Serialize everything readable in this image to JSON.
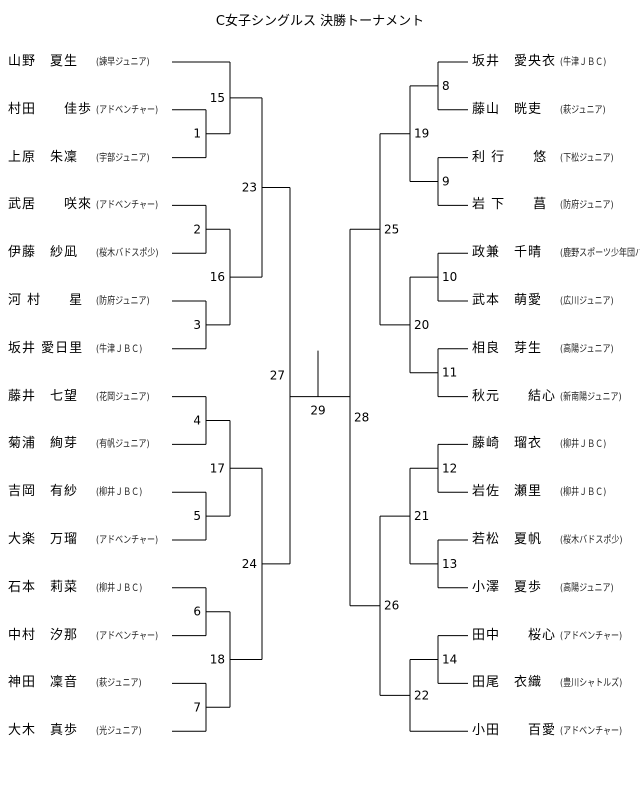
{
  "title": "C女子シングルス 決勝トーナメント",
  "left_entries": [
    {
      "name": "山野　夏生",
      "club": "(諫早ジュニア)"
    },
    {
      "name": "村田　　佳歩",
      "club": "(アドベンチャー)"
    },
    {
      "name": "上原　朱凜",
      "club": "(宇部ジュニア)"
    },
    {
      "name": "武居　　咲來",
      "club": "(アドベンチャー)"
    },
    {
      "name": "伊藤　紗凪",
      "club": "(桜木バドスポ少)"
    },
    {
      "name": "河 村　　星",
      "club": "(防府ジュニア)"
    },
    {
      "name": "坂井 愛日里",
      "club": "(牛津ＪＢＣ)"
    },
    {
      "name": "藤井　七望",
      "club": "(花岡ジュニア)"
    },
    {
      "name": "菊浦　絢芽",
      "club": "(有帆ジュニア)"
    },
    {
      "name": "吉岡　有紗",
      "club": "(柳井ＪＢＣ)"
    },
    {
      "name": "大楽　万瑠",
      "club": "(アドベンチャー)"
    },
    {
      "name": "石本　莉菜",
      "club": "(柳井ＪＢＣ)"
    },
    {
      "name": "中村　汐那",
      "club": "(アドベンチャー)"
    },
    {
      "name": "神田　凜音",
      "club": "(萩ジュニア)"
    },
    {
      "name": "大木　真歩",
      "club": "(光ジュニア)"
    }
  ],
  "right_entries": [
    {
      "name": "坂井　愛央衣",
      "club": "(牛津ＪＢＣ)"
    },
    {
      "name": "藤山　晄吏",
      "club": "(萩ジュニア)"
    },
    {
      "name": "利 行　　悠",
      "club": "(下松ジュニア)"
    },
    {
      "name": "岩 下　　菖",
      "club": "(防府ジュニア)"
    },
    {
      "name": "政兼　千晴",
      "club": "(鹿野スポーツ少年団バド)"
    },
    {
      "name": "武本　萌愛",
      "club": "(広川ジュニア)"
    },
    {
      "name": "相良　芽生",
      "club": "(高陽ジュニア)"
    },
    {
      "name": "秋元　　結心",
      "club": "(新南陽ジュニア)"
    },
    {
      "name": "藤崎　瑠衣",
      "club": "(柳井ＪＢＣ)"
    },
    {
      "name": "岩佐　瀬里",
      "club": "(柳井ＪＢＣ)"
    },
    {
      "name": "若松　夏帆",
      "club": "(桜木バドスポ少)"
    },
    {
      "name": "小澤　夏歩",
      "club": "(高陽ジュニア)"
    },
    {
      "name": "田中　　桜心",
      "club": "(アドベンチャー)"
    },
    {
      "name": "田尾　衣織",
      "club": "(豊川シャトルズ)"
    },
    {
      "name": "小田　　百愛",
      "club": "(アドベンチャー)"
    }
  ],
  "match_labels": {
    "m1": "1",
    "m2": "2",
    "m3": "3",
    "m4": "4",
    "m5": "5",
    "m6": "6",
    "m7": "7",
    "m8": "8",
    "m9": "9",
    "m10": "10",
    "m11": "11",
    "m12": "12",
    "m13": "13",
    "m14": "14",
    "m15": "15",
    "m16": "16",
    "m17": "17",
    "m18": "18",
    "m19": "19",
    "m20": "20",
    "m21": "21",
    "m22": "22",
    "m23": "23",
    "m24": "24",
    "m25": "25",
    "m26": "26",
    "m27": "27",
    "m28": "28",
    "m29": "29"
  }
}
